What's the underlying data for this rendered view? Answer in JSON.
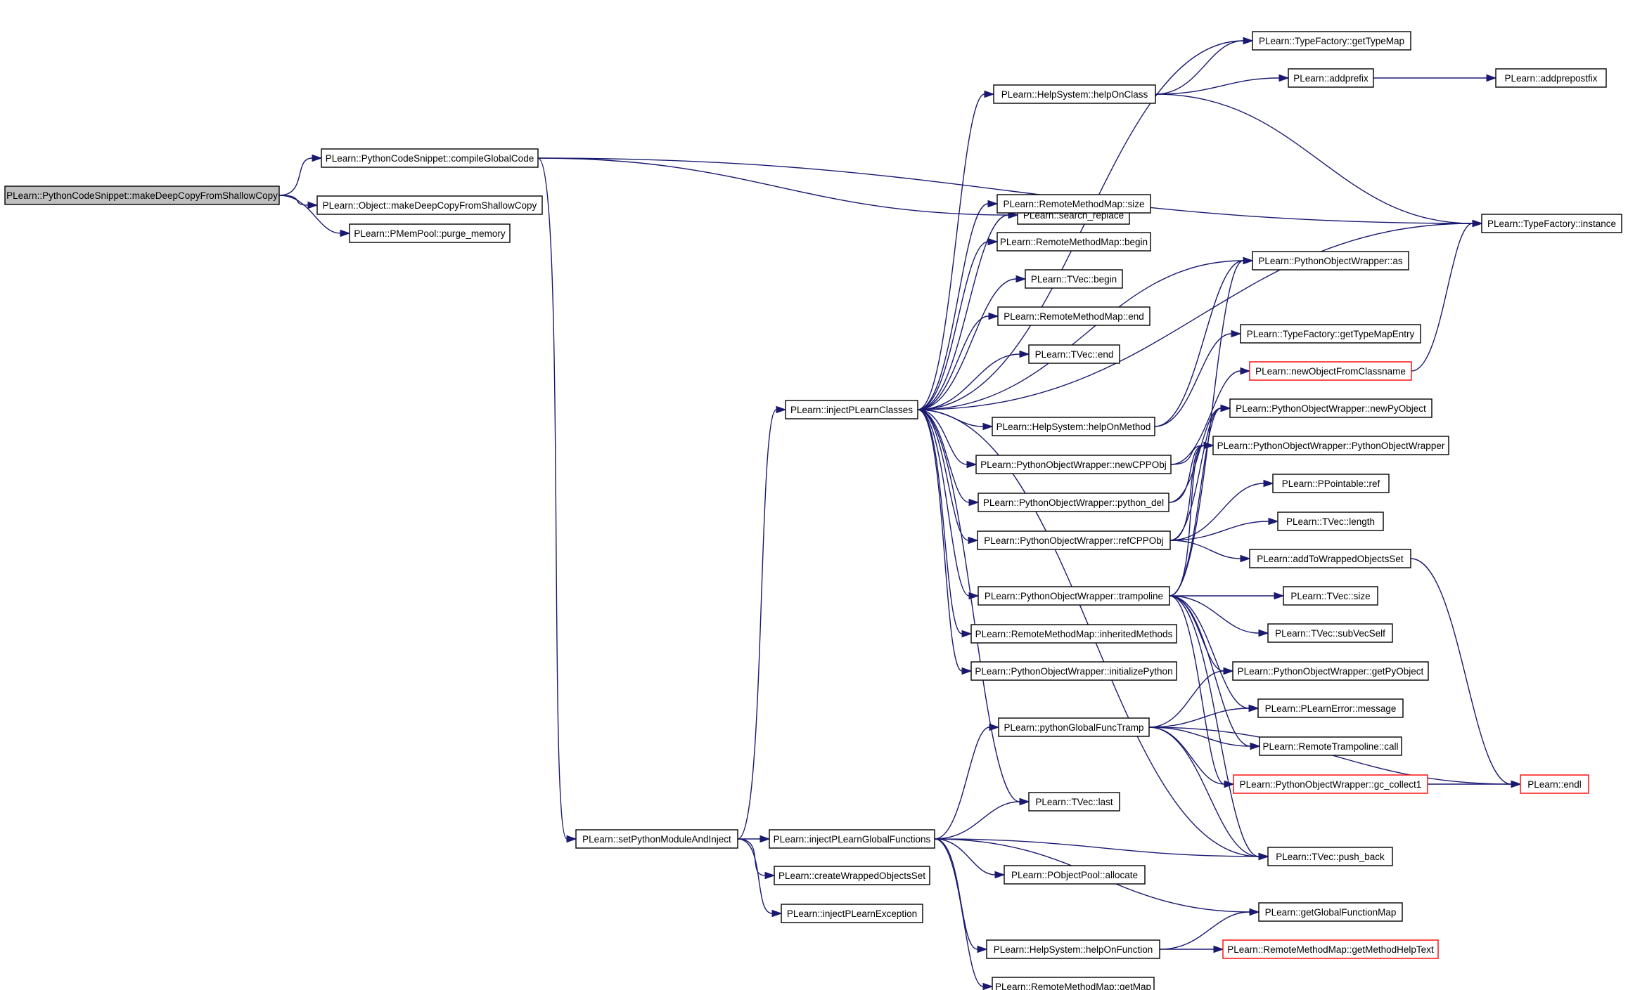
{
  "diagram": {
    "root": "PLearn::PythonCodeSnippet::makeDeepCopyFromShallowCopy",
    "colors": {
      "edge": "#191970",
      "root_fill": "#bfbfbf",
      "border": "#000000",
      "truncated_border": "#ff0000"
    },
    "nodes": [
      {
        "id": "root",
        "label": "PLearn::PythonCodeSnippet::makeDeepCopyFromShallowCopy",
        "root": true
      },
      {
        "id": "compileGlobalCode",
        "label": "PLearn::PythonCodeSnippet::compileGlobalCode"
      },
      {
        "id": "objMakeDeepCopy",
        "label": "PLearn::Object::makeDeepCopyFromShallowCopy"
      },
      {
        "id": "purgeMemory",
        "label": "PLearn::PMemPool::purge_memory"
      },
      {
        "id": "searchReplace",
        "label": "PLearn::search_replace"
      },
      {
        "id": "getTypeMap",
        "label": "PLearn::TypeFactory::getTypeMap"
      },
      {
        "id": "helpOnClass",
        "label": "PLearn::HelpSystem::helpOnClass"
      },
      {
        "id": "addprefix",
        "label": "PLearn::addprefix"
      },
      {
        "id": "addprepostfix",
        "label": "PLearn::addprepostfix"
      },
      {
        "id": "tfInstance",
        "label": "PLearn::TypeFactory::instance"
      },
      {
        "id": "rmmSize",
        "label": "PLearn::RemoteMethodMap::size"
      },
      {
        "id": "rmmBegin",
        "label": "PLearn::RemoteMethodMap::begin"
      },
      {
        "id": "tvecBegin",
        "label": "PLearn::TVec::begin"
      },
      {
        "id": "rmmEnd",
        "label": "PLearn::RemoteMethodMap::end"
      },
      {
        "id": "tvecEnd",
        "label": "PLearn::TVec::end"
      },
      {
        "id": "pyowAs",
        "label": "PLearn::PythonObjectWrapper::as"
      },
      {
        "id": "getTypeMapEntry",
        "label": "PLearn::TypeFactory::getTypeMapEntry"
      },
      {
        "id": "newObjectFromClassname",
        "label": "PLearn::newObjectFromClassname",
        "truncated": true
      },
      {
        "id": "injectPLearnClasses",
        "label": "PLearn::injectPLearnClasses"
      },
      {
        "id": "helpOnMethod",
        "label": "PLearn::HelpSystem::helpOnMethod"
      },
      {
        "id": "newPyObject",
        "label": "PLearn::PythonObjectWrapper::newPyObject"
      },
      {
        "id": "newCPPObj",
        "label": "PLearn::PythonObjectWrapper::newCPPObj"
      },
      {
        "id": "pyowCtor",
        "label": "PLearn::PythonObjectWrapper::PythonObjectWrapper"
      },
      {
        "id": "pythonDel",
        "label": "PLearn::PythonObjectWrapper::python_del"
      },
      {
        "id": "ppRef",
        "label": "PLearn::PPointable::ref"
      },
      {
        "id": "refCPPObj",
        "label": "PLearn::PythonObjectWrapper::refCPPObj"
      },
      {
        "id": "tvecLength",
        "label": "PLearn::TVec::length"
      },
      {
        "id": "addToWrapped",
        "label": "PLearn::addToWrappedObjectsSet"
      },
      {
        "id": "trampoline",
        "label": "PLearn::PythonObjectWrapper::trampoline"
      },
      {
        "id": "tvecSize",
        "label": "PLearn::TVec::size"
      },
      {
        "id": "subVecSelf",
        "label": "PLearn::TVec::subVecSelf"
      },
      {
        "id": "inheritedMethods",
        "label": "PLearn::RemoteMethodMap::inheritedMethods"
      },
      {
        "id": "getPyObject",
        "label": "PLearn::PythonObjectWrapper::getPyObject"
      },
      {
        "id": "initializePython",
        "label": "PLearn::PythonObjectWrapper::initializePython"
      },
      {
        "id": "pleMessage",
        "label": "PLearn::PLearnError::message"
      },
      {
        "id": "pyGlobalFuncTramp",
        "label": "PLearn::pythonGlobalFuncTramp"
      },
      {
        "id": "rtCall",
        "label": "PLearn::RemoteTrampoline::call"
      },
      {
        "id": "gcCollect",
        "label": "PLearn::PythonObjectWrapper::gc_collect1",
        "truncated": true
      },
      {
        "id": "endl",
        "label": "PLearn::endl",
        "truncated": true
      },
      {
        "id": "tvecLast",
        "label": "PLearn::TVec::last"
      },
      {
        "id": "setPyModule",
        "label": "PLearn::setPythonModuleAndInject"
      },
      {
        "id": "injectGlobalFuncs",
        "label": "PLearn::injectPLearnGlobalFunctions"
      },
      {
        "id": "pushBack",
        "label": "PLearn::TVec::push_back"
      },
      {
        "id": "createWrapped",
        "label": "PLearn::createWrappedObjectsSet"
      },
      {
        "id": "popAllocate",
        "label": "PLearn::PObjectPool::allocate"
      },
      {
        "id": "getGlobalFunctionMap",
        "label": "PLearn::getGlobalFunctionMap"
      },
      {
        "id": "injectException",
        "label": "PLearn::injectPLearnException"
      },
      {
        "id": "helpOnFunction",
        "label": "PLearn::HelpSystem::helpOnFunction"
      },
      {
        "id": "getMethodHelpText",
        "label": "PLearn::RemoteMethodMap::getMethodHelpText",
        "truncated": true
      },
      {
        "id": "rmmGetMap",
        "label": "PLearn::RemoteMethodMap::getMap"
      }
    ],
    "edges": [
      [
        "root",
        "compileGlobalCode"
      ],
      [
        "root",
        "objMakeDeepCopy"
      ],
      [
        "root",
        "purgeMemory"
      ],
      [
        "compileGlobalCode",
        "searchReplace"
      ],
      [
        "compileGlobalCode",
        "tfInstance"
      ],
      [
        "compileGlobalCode",
        "setPyModule"
      ],
      [
        "helpOnClass",
        "getTypeMap"
      ],
      [
        "helpOnClass",
        "addprefix"
      ],
      [
        "helpOnClass",
        "tfInstance"
      ],
      [
        "addprefix",
        "addprepostfix"
      ],
      [
        "injectPLearnClasses",
        "searchReplace"
      ],
      [
        "injectPLearnClasses",
        "getTypeMap"
      ],
      [
        "injectPLearnClasses",
        "helpOnClass"
      ],
      [
        "injectPLearnClasses",
        "rmmSize"
      ],
      [
        "injectPLearnClasses",
        "rmmBegin"
      ],
      [
        "injectPLearnClasses",
        "tvecBegin"
      ],
      [
        "injectPLearnClasses",
        "rmmEnd"
      ],
      [
        "injectPLearnClasses",
        "tvecEnd"
      ],
      [
        "injectPLearnClasses",
        "pyowAs"
      ],
      [
        "injectPLearnClasses",
        "tfInstance"
      ],
      [
        "injectPLearnClasses",
        "helpOnMethod"
      ],
      [
        "injectPLearnClasses",
        "newCPPObj"
      ],
      [
        "injectPLearnClasses",
        "pythonDel"
      ],
      [
        "injectPLearnClasses",
        "refCPPObj"
      ],
      [
        "injectPLearnClasses",
        "trampoline"
      ],
      [
        "injectPLearnClasses",
        "inheritedMethods"
      ],
      [
        "injectPLearnClasses",
        "initializePython"
      ],
      [
        "injectPLearnClasses",
        "tvecLast"
      ],
      [
        "injectPLearnClasses",
        "pushBack"
      ],
      [
        "helpOnMethod",
        "pyowAs"
      ],
      [
        "helpOnMethod",
        "getTypeMapEntry"
      ],
      [
        "newCPPObj",
        "newObjectFromClassname"
      ],
      [
        "newCPPObj",
        "pyowCtor"
      ],
      [
        "newObjectFromClassname",
        "tfInstance"
      ],
      [
        "pythonDel",
        "newPyObject"
      ],
      [
        "pythonDel",
        "pyowCtor"
      ],
      [
        "refCPPObj",
        "newPyObject"
      ],
      [
        "refCPPObj",
        "pyowCtor"
      ],
      [
        "refCPPObj",
        "ppRef"
      ],
      [
        "refCPPObj",
        "tvecLength"
      ],
      [
        "refCPPObj",
        "addToWrapped"
      ],
      [
        "addToWrapped",
        "endl"
      ],
      [
        "trampoline",
        "pyowAs"
      ],
      [
        "trampoline",
        "newPyObject"
      ],
      [
        "trampoline",
        "pyowCtor"
      ],
      [
        "trampoline",
        "tvecSize"
      ],
      [
        "trampoline",
        "subVecSelf"
      ],
      [
        "trampoline",
        "getPyObject"
      ],
      [
        "trampoline",
        "pleMessage"
      ],
      [
        "trampoline",
        "rtCall"
      ],
      [
        "trampoline",
        "gcCollect"
      ],
      [
        "trampoline",
        "pushBack"
      ],
      [
        "pyGlobalFuncTramp",
        "getPyObject"
      ],
      [
        "pyGlobalFuncTramp",
        "pleMessage"
      ],
      [
        "pyGlobalFuncTramp",
        "rtCall"
      ],
      [
        "pyGlobalFuncTramp",
        "gcCollect"
      ],
      [
        "pyGlobalFuncTramp",
        "endl"
      ],
      [
        "pyGlobalFuncTramp",
        "pushBack"
      ],
      [
        "gcCollect",
        "endl"
      ],
      [
        "setPyModule",
        "injectPLearnClasses"
      ],
      [
        "setPyModule",
        "injectGlobalFuncs"
      ],
      [
        "setPyModule",
        "createWrapped"
      ],
      [
        "setPyModule",
        "injectException"
      ],
      [
        "injectGlobalFuncs",
        "pyGlobalFuncTramp"
      ],
      [
        "injectGlobalFuncs",
        "tvecLast"
      ],
      [
        "injectGlobalFuncs",
        "pushBack"
      ],
      [
        "injectGlobalFuncs",
        "popAllocate"
      ],
      [
        "injectGlobalFuncs",
        "getGlobalFunctionMap"
      ],
      [
        "injectGlobalFuncs",
        "helpOnFunction"
      ],
      [
        "injectGlobalFuncs",
        "rmmGetMap"
      ],
      [
        "helpOnFunction",
        "getGlobalFunctionMap"
      ],
      [
        "helpOnFunction",
        "getMethodHelpText"
      ]
    ]
  }
}
